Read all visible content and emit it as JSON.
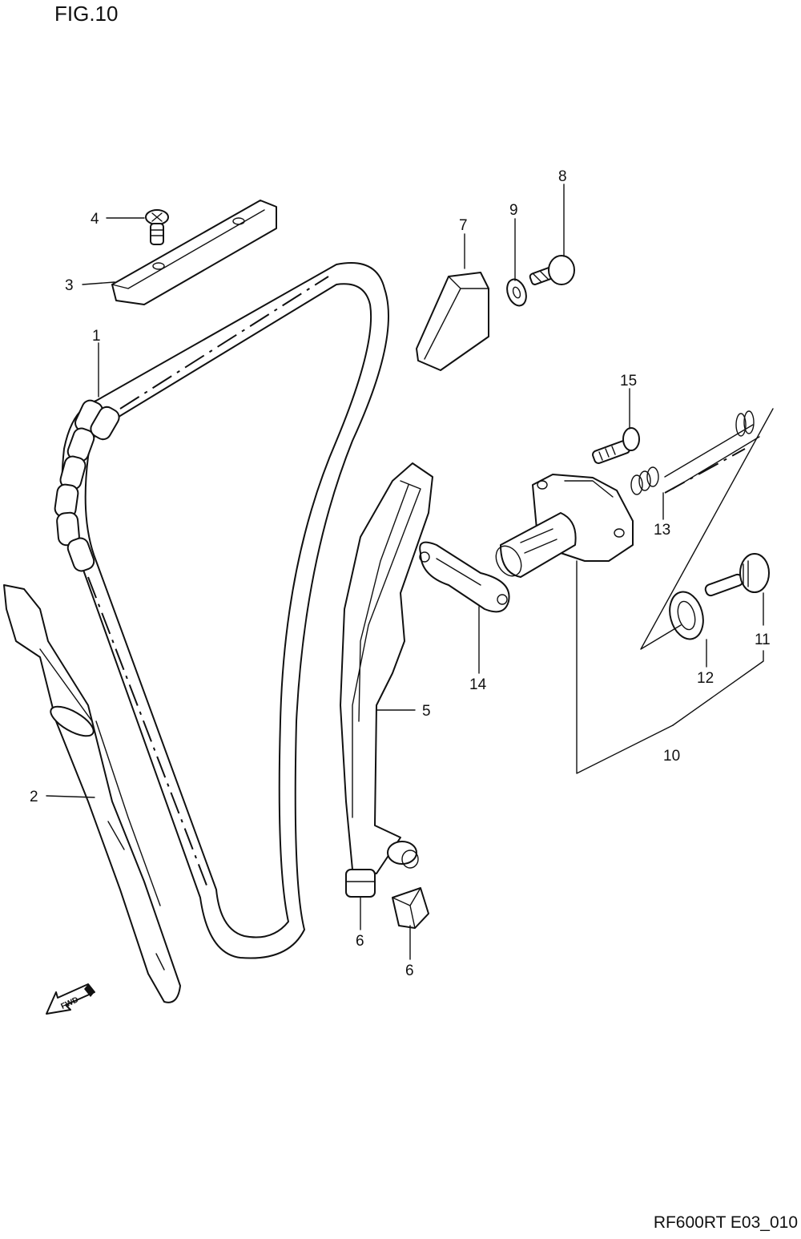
{
  "figure": {
    "title": "FIG.10",
    "code": "RF600RT E03_010"
  },
  "fwd_label": "FWD",
  "callouts": {
    "c1": "1",
    "c2": "2",
    "c3": "3",
    "c4": "4",
    "c5": "5",
    "c6a": "6",
    "c6b": "6",
    "c7": "7",
    "c8": "8",
    "c9": "9",
    "c10": "10",
    "c11": "11",
    "c12": "12",
    "c13": "13",
    "c14": "14",
    "c15": "15"
  }
}
